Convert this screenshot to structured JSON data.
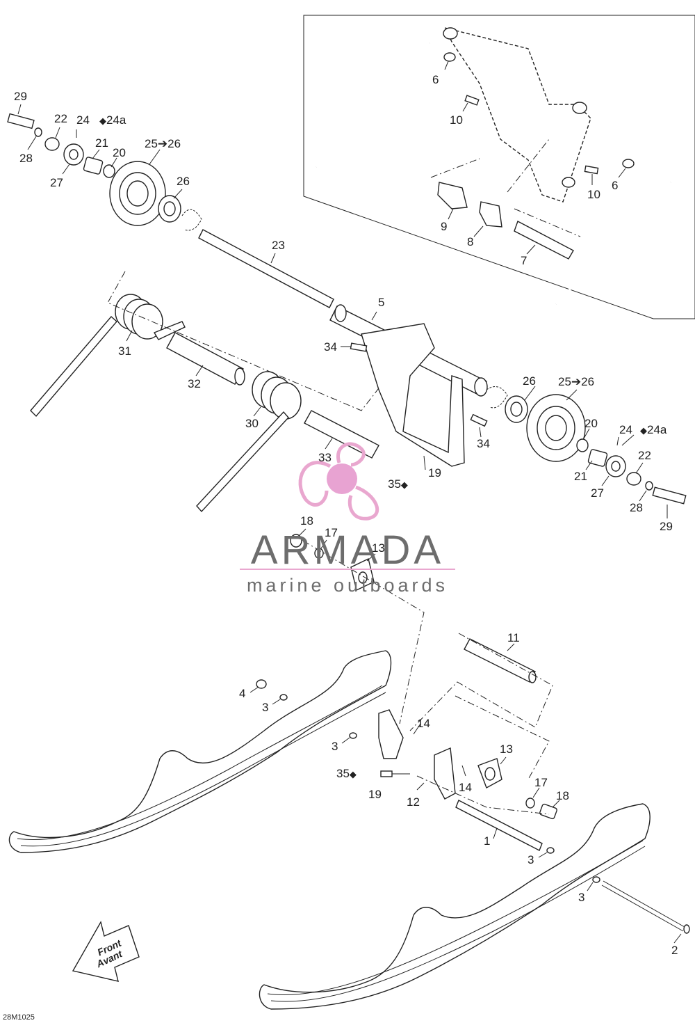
{
  "diagram_code": "28M1025",
  "watermark": {
    "title": "ARMADA",
    "subtitle": "marine outboards",
    "title_color": "#6d6d6d",
    "logo_color": "#e9a7cf",
    "logo_hub_color": "#e8a3d2"
  },
  "direction_arrow": {
    "line1": "Front",
    "line2": "Avant"
  },
  "callouts": {
    "c29a": "29",
    "c28a": "28",
    "c22a": "22",
    "c27a": "27",
    "c24a": "24",
    "c24b_a": "24a",
    "c21a": "21",
    "c20a": "20",
    "c2526a": "25➔26",
    "c26a": "26",
    "c23": "23",
    "c31": "31",
    "c32": "32",
    "c30": "30",
    "c33": "33",
    "c5": "5",
    "c34a": "34",
    "c34b": "34",
    "c26b": "26",
    "c2526b": "25➔26",
    "c20b": "20",
    "c24b": "24",
    "c24b_b": "24a",
    "c22b": "22",
    "c21b": "21",
    "c27b": "27",
    "c28b": "28",
    "c29b": "29",
    "c35a": "35",
    "c19a": "19",
    "c6a": "6",
    "c10a": "10",
    "c10b": "10",
    "c6b": "6",
    "c9": "9",
    "c8": "8",
    "c7": "7",
    "c18a": "18",
    "c17a": "17",
    "c13a": "13",
    "c11": "11",
    "c4": "4",
    "c3a": "3",
    "c14a": "14",
    "c3b": "3",
    "c35b": "35",
    "c19b": "19",
    "c12": "12",
    "c14b": "14",
    "c13b": "13",
    "c17b": "17",
    "c18b": "18",
    "c1": "1",
    "c3c": "3",
    "c3d": "3",
    "c2": "2"
  }
}
